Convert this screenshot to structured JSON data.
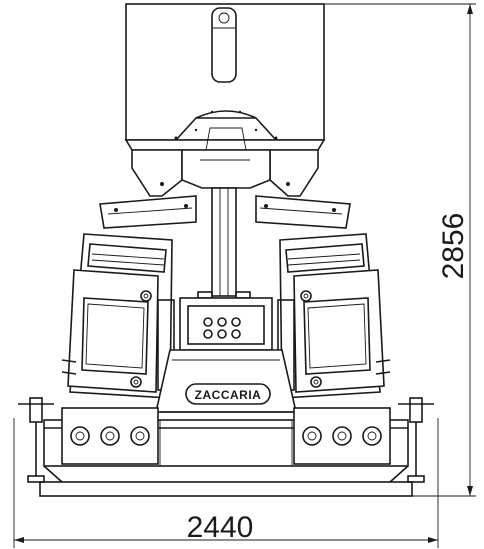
{
  "drawing": {
    "brand_label": "ZACCARIA",
    "dimensions": {
      "width_label": "2440",
      "height_label": "2856"
    }
  }
}
